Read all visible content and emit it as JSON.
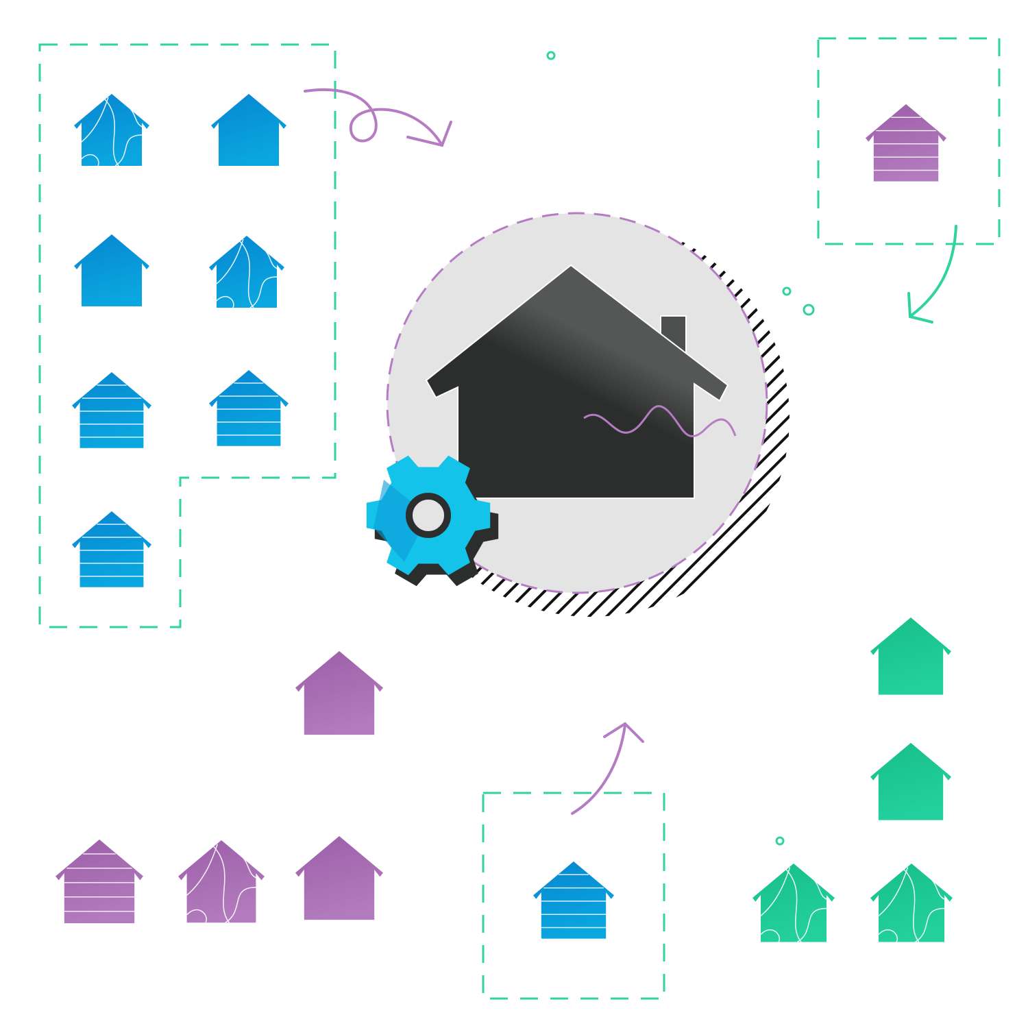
{
  "palette": {
    "blue": "#0a93d6",
    "blue_light": "#0aa6e0",
    "purple": "#9c5ea8",
    "purple_light": "#b27bbd",
    "green": "#18be88",
    "green_light": "#22d09e",
    "dash_green": "#2fd3a0",
    "circle_gray": "#e4e4e4",
    "house_dark": "#2c2e2e",
    "house_mid": "#555757",
    "gear": "#14c3ea",
    "gear_dark": "#0a9ad8",
    "accent_purple_line": "#b57cc4"
  },
  "houses": [
    {
      "icon": "house-icon",
      "color": "blue",
      "pattern": "curves"
    },
    {
      "icon": "house-icon",
      "color": "blue",
      "pattern": "plain"
    },
    {
      "icon": "house-icon",
      "color": "blue",
      "pattern": "plain"
    },
    {
      "icon": "house-icon",
      "color": "blue",
      "pattern": "curves"
    },
    {
      "icon": "house-icon",
      "color": "blue",
      "pattern": "stripes"
    },
    {
      "icon": "house-icon",
      "color": "blue",
      "pattern": "stripes"
    },
    {
      "icon": "house-icon",
      "color": "blue",
      "pattern": "stripes"
    },
    {
      "icon": "house-icon",
      "color": "purple",
      "pattern": "stripes"
    },
    {
      "icon": "house-icon",
      "color": "purple",
      "pattern": "plain"
    },
    {
      "icon": "house-icon",
      "color": "purple",
      "pattern": "stripes"
    },
    {
      "icon": "house-icon",
      "color": "purple",
      "pattern": "curves"
    },
    {
      "icon": "house-icon",
      "color": "purple",
      "pattern": "plain"
    },
    {
      "icon": "house-icon",
      "color": "blue",
      "pattern": "stripes"
    },
    {
      "icon": "house-icon",
      "color": "green",
      "pattern": "plain"
    },
    {
      "icon": "house-icon",
      "color": "green",
      "pattern": "plain"
    },
    {
      "icon": "house-icon",
      "color": "green",
      "pattern": "curves"
    },
    {
      "icon": "house-icon",
      "color": "green",
      "pattern": "curves"
    }
  ],
  "central": {
    "icon": "home-icon",
    "badge_icon": "gear-icon"
  }
}
